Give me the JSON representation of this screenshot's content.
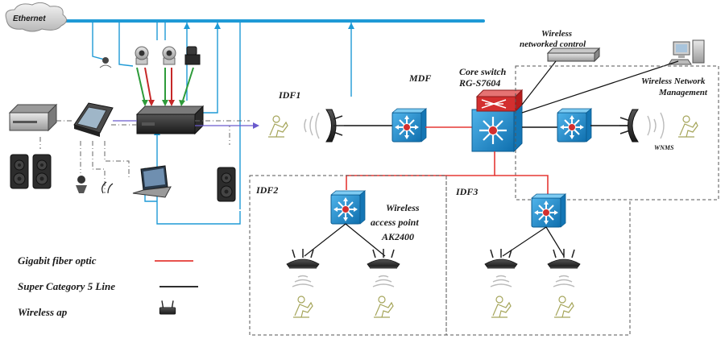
{
  "labels": {
    "ethernet": "Ethernet",
    "idf1": "IDF1",
    "mdf": "MDF",
    "core_switch_line1": "Core switch",
    "core_switch_line2": "RG-S7604",
    "wireless_control_line1": "Wireless",
    "wireless_control_line2": "networked control",
    "wnm_line1": "Wireless Network",
    "wnm_line2": "Management",
    "wnms": "WNMS",
    "idf2": "IDF2",
    "idf3": "IDF3",
    "ap_line1": "Wireless",
    "ap_line2": "access point",
    "ap_line3": "AK2400"
  },
  "legend": [
    {
      "label": "Gigabit fiber optic",
      "color": "#e53935"
    },
    {
      "label": "Super Category 5 Line",
      "color": "#111111"
    },
    {
      "label": "Wireless ap",
      "color": "#333333"
    }
  ],
  "colors": {
    "ethernet_bus": "#1e9ad6",
    "fiber": "#e53935",
    "cat5": "#111111",
    "switch_fill": "#1f8fd0",
    "core_top": "#d32f2f",
    "video_green": "#2e9b3a",
    "video_red": "#c62828",
    "purple": "#6a5acd"
  }
}
